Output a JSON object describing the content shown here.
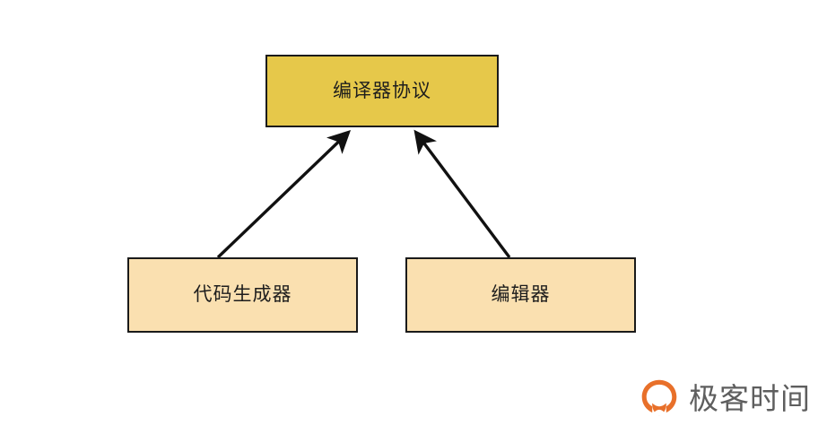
{
  "diagram": {
    "type": "hierarchy",
    "background_color": "#ffffff",
    "nodes": [
      {
        "id": "protocol",
        "label": "编译器协议",
        "fill": "#e6c84a",
        "stroke": "#1a1a1a",
        "role": "parent"
      },
      {
        "id": "codegen",
        "label": "代码生成器",
        "fill": "#fae0b0",
        "stroke": "#1a1a1a",
        "role": "child"
      },
      {
        "id": "editor",
        "label": "编辑器",
        "fill": "#fae0b0",
        "stroke": "#1a1a1a",
        "role": "child"
      }
    ],
    "edges": [
      {
        "id": "codegen-to-protocol",
        "from": "codegen",
        "to": "protocol",
        "style": "solid",
        "arrowhead": "filled-triangle",
        "color": "#111111"
      },
      {
        "id": "editor-to-protocol",
        "from": "editor",
        "to": "protocol",
        "style": "solid",
        "arrowhead": "filled-triangle",
        "color": "#111111"
      }
    ]
  },
  "watermark": {
    "text": "极客时间",
    "text_color": "#5e5e5e",
    "logo_color": "#e8702a",
    "logo_name": "geektime-logo-icon"
  }
}
